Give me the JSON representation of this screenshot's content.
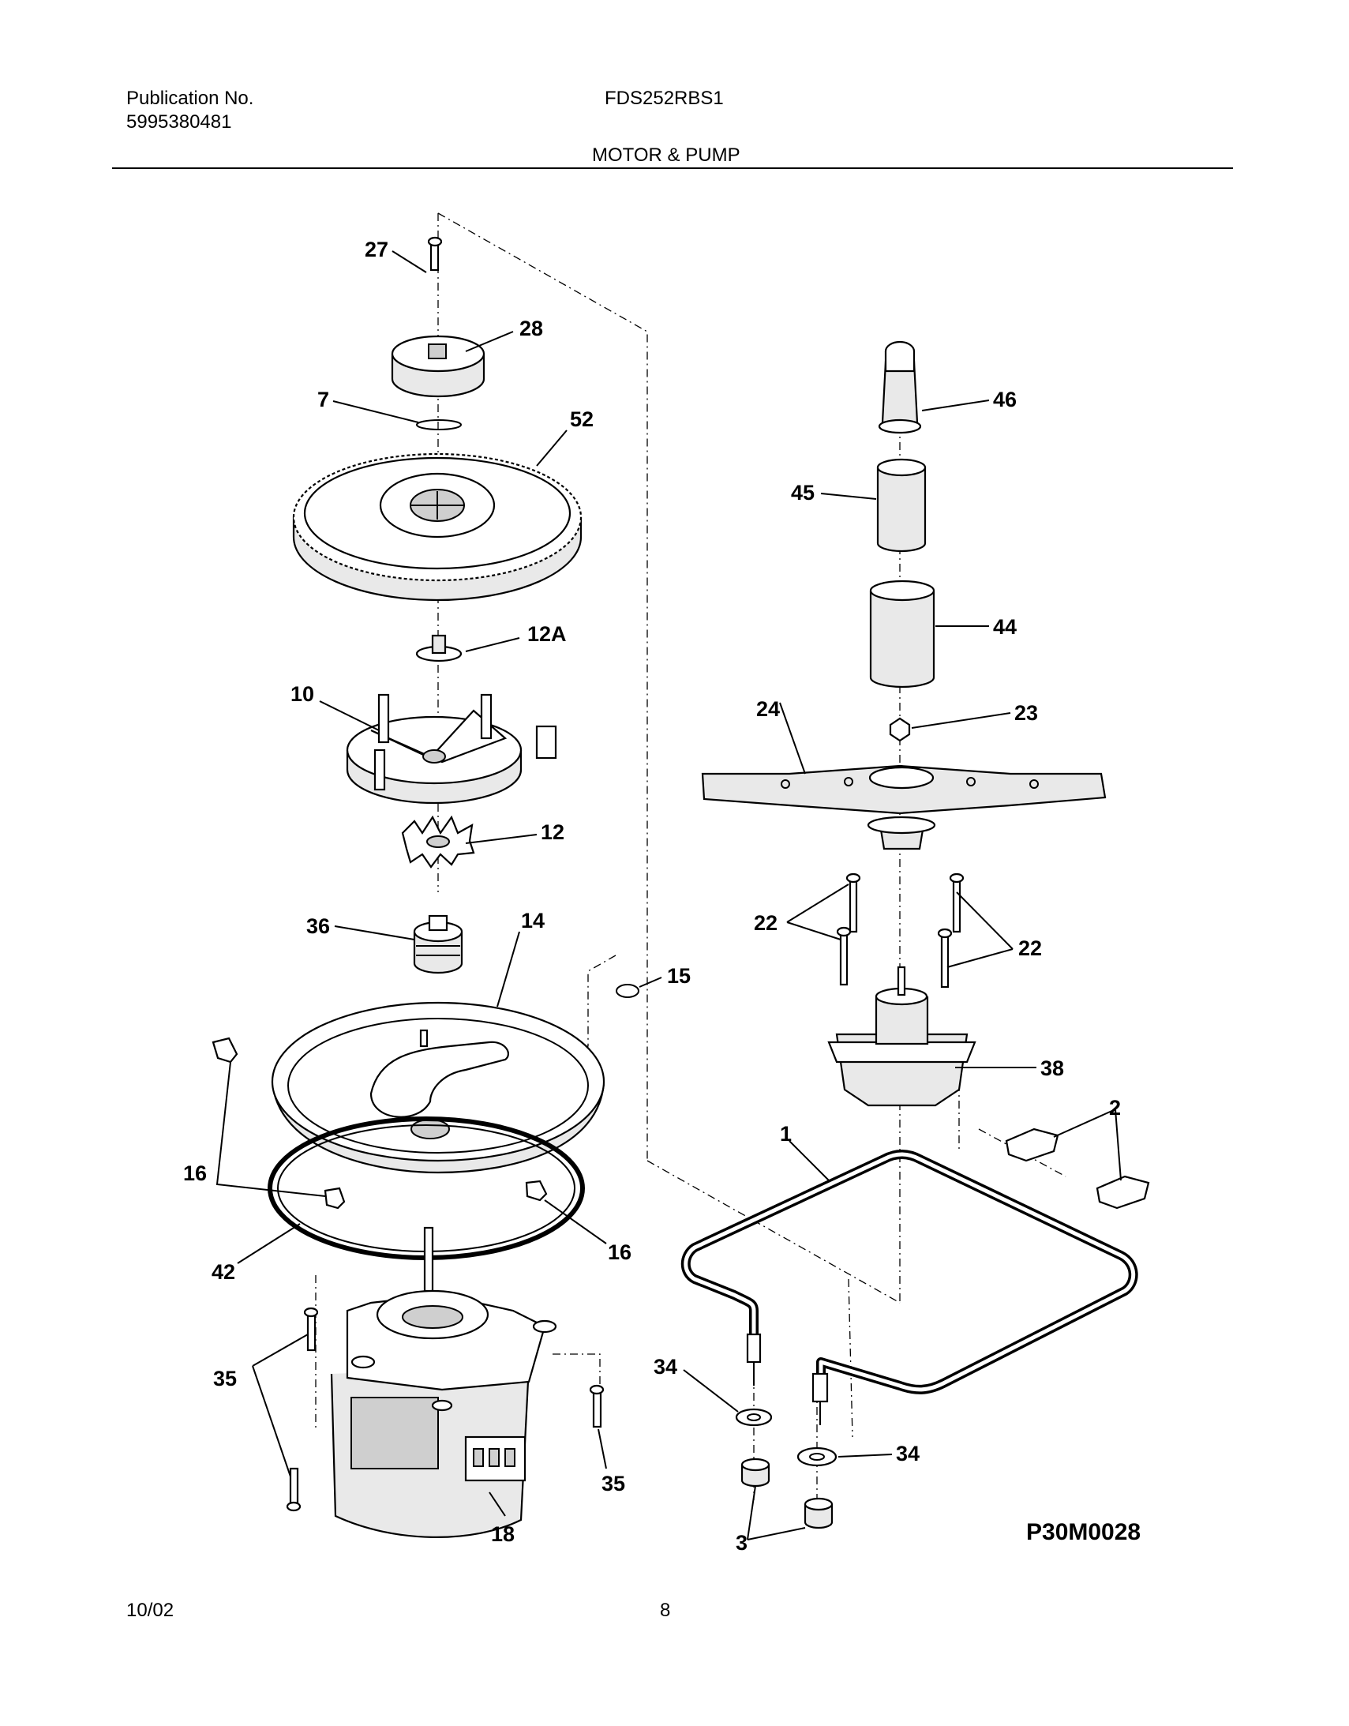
{
  "header": {
    "publication_label": "Publication No.",
    "publication_number": "5995380481",
    "model": "FDS252RBS1",
    "section_title": "MOTOR & PUMP"
  },
  "diagram": {
    "code": "P30M0028",
    "callouts": {
      "c27": "27",
      "c28": "28",
      "c7": "7",
      "c52": "52",
      "c12a": "12A",
      "c10": "10",
      "c12": "12",
      "c36": "36",
      "c14": "14",
      "c15": "15",
      "c16a": "16",
      "c16b": "16",
      "c42": "42",
      "c35a": "35",
      "c35b": "35",
      "c18": "18",
      "c46": "46",
      "c45": "45",
      "c44": "44",
      "c24": "24",
      "c23": "23",
      "c22a": "22",
      "c22b": "22",
      "c38": "38",
      "c1": "1",
      "c2": "2",
      "c34a": "34",
      "c34b": "34",
      "c3": "3"
    }
  },
  "footer": {
    "date": "10/02",
    "page": "8"
  }
}
